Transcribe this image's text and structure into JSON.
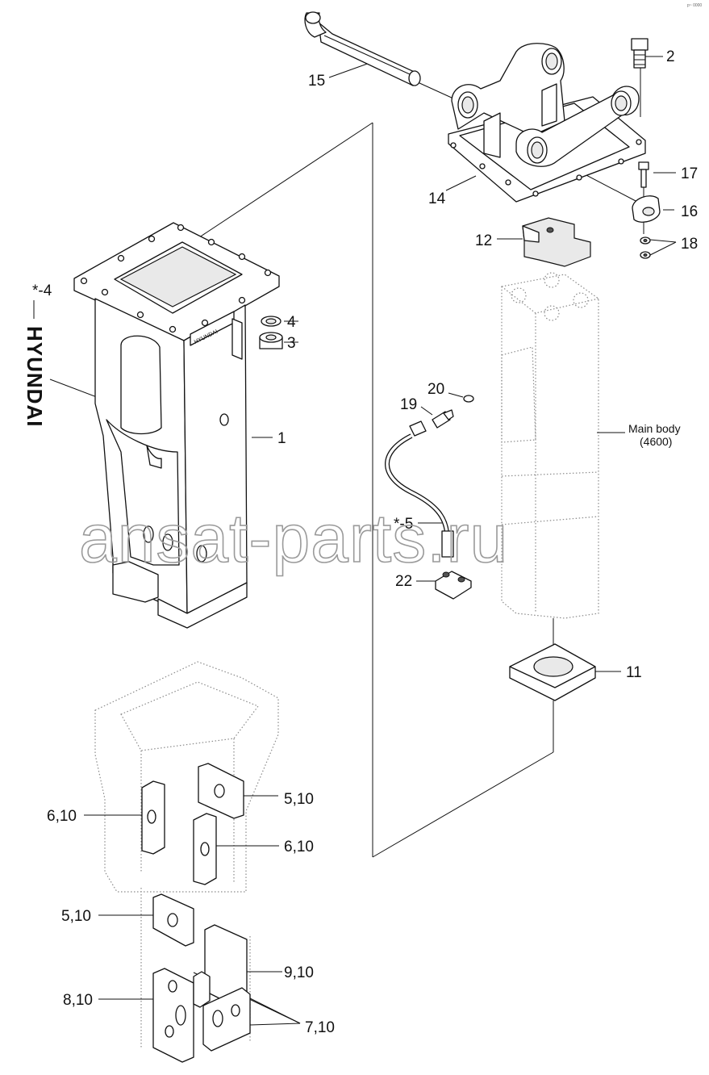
{
  "callouts": {
    "c1": "1",
    "c2": "2",
    "c3": "3",
    "c4": "4",
    "c_star4": "*-4",
    "c_star5": "*-5",
    "c11": "11",
    "c12": "12",
    "c14": "14",
    "c15": "15",
    "c16": "16",
    "c17": "17",
    "c18": "18",
    "c19": "19",
    "c20": "20",
    "c22": "22",
    "c5_10_a": "5,10",
    "c6_10_a": "6,10",
    "c6_10_b": "6,10",
    "c5_10_b": "5,10",
    "c9_10": "9,10",
    "c8_10": "8,10",
    "c7_10": "7,10"
  },
  "main_body": {
    "line1": "Main body",
    "line2": "(4600)"
  },
  "decal_text": "HYUNDAI",
  "watermark": "ansat-parts.ru",
  "corner_mark": "p~ 0000"
}
